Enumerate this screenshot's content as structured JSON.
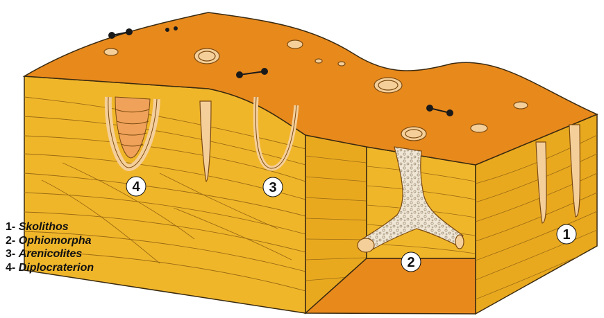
{
  "labels": {
    "skolithos_num": "1",
    "ophiomorpha_num": "2",
    "arenicolites_num": "3",
    "diplocraterion_num": "4"
  },
  "legend": [
    {
      "number": "1-",
      "name": "Skolithos"
    },
    {
      "number": "2-",
      "name": "Ophiomorpha"
    },
    {
      "number": "3-",
      "name": "Arenicolites"
    },
    {
      "number": "4-",
      "name": "Diplocraterion"
    }
  ],
  "colors": {
    "surface": "#e8891c",
    "sediment_front": "#f0b62a",
    "sediment_side": "#e9a91f",
    "bedding_lines": "#9a6b12",
    "burrow_fill": "#f5cf9a",
    "outline": "#3a2a10"
  }
}
